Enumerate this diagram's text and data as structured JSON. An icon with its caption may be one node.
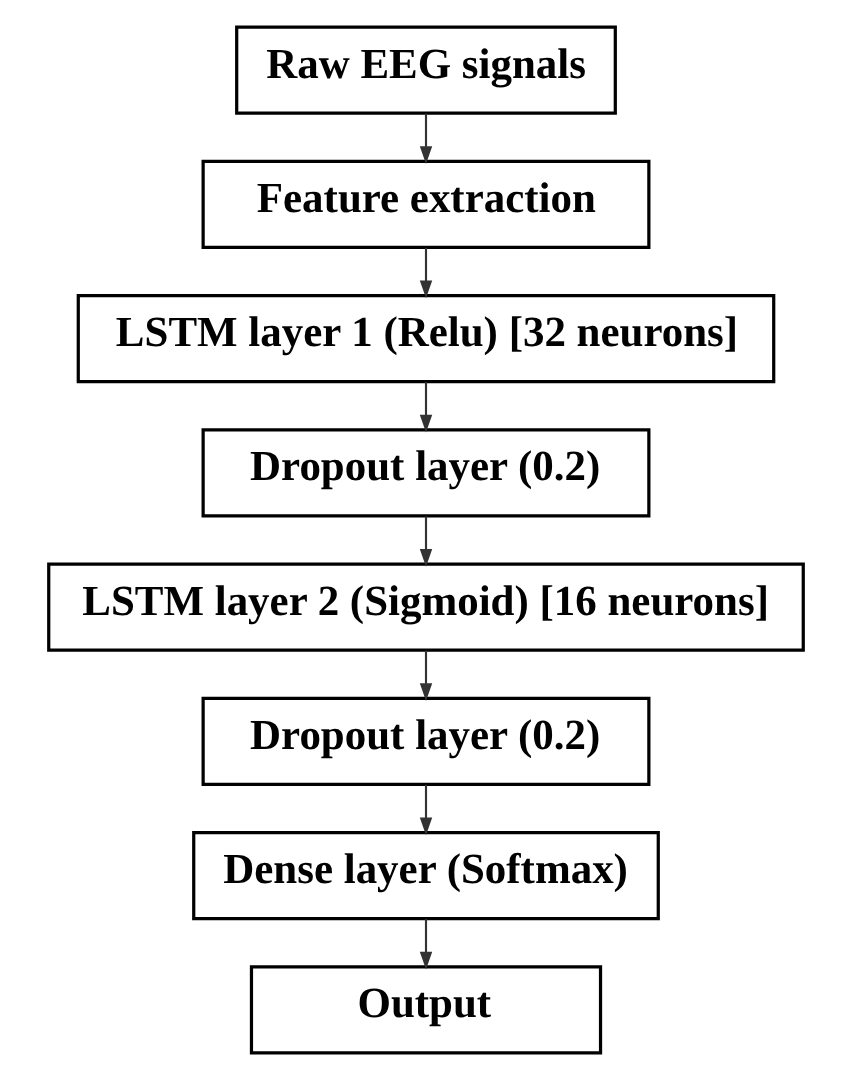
{
  "diagram": {
    "nodes": [
      {
        "text": [
          "Raw EEG signals"
        ]
      },
      {
        "text": [
          "Feature extraction"
        ]
      },
      {
        "text": [
          "LSTM layer 1 (Relu) [32 neurons]"
        ]
      },
      {
        "text": [
          "Dropout layer (0.2)"
        ]
      },
      {
        "text": [
          "LSTM layer 2 (Sigmoid) [16 neurons]"
        ]
      },
      {
        "text": [
          "Dropout layer (0.2)"
        ]
      },
      {
        "text": [
          "Dense layer (Softmax)"
        ]
      },
      {
        "text": [
          "Output"
        ]
      }
    ],
    "edges": [
      {
        "from": 0,
        "to": 1,
        "arrow": "to"
      },
      {
        "from": 1,
        "to": 2,
        "arrow": "to"
      },
      {
        "from": 2,
        "to": 3,
        "arrow": "to"
      },
      {
        "from": 3,
        "to": 4,
        "arrow": "to"
      },
      {
        "from": 4,
        "to": 5,
        "arrow": "to"
      },
      {
        "from": 5,
        "to": 6,
        "arrow": "to"
      },
      {
        "from": 6,
        "to": 7,
        "arrow": "to"
      }
    ]
  }
}
